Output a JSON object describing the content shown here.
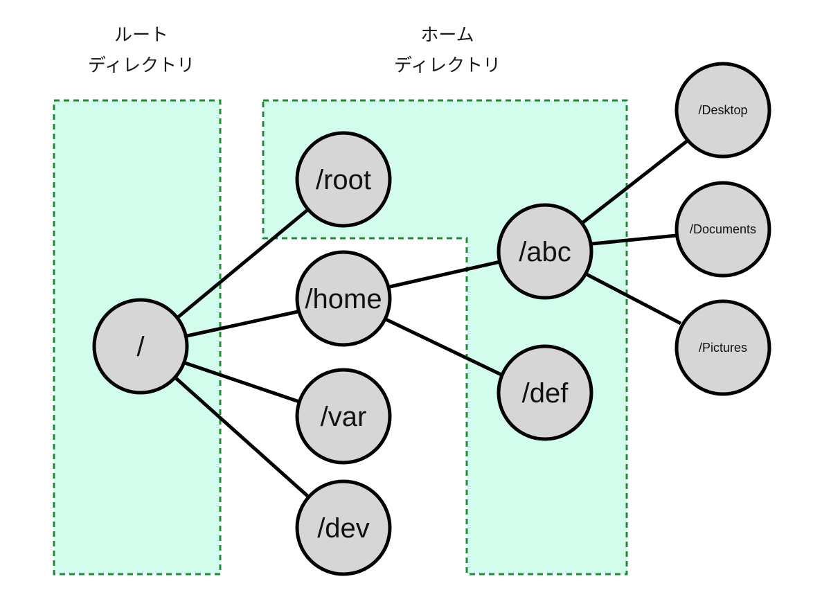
{
  "regions": {
    "root_dir": {
      "title_line1": "ルート",
      "title_line2": "ディレクトリ"
    },
    "home_dir": {
      "title_line1": "ホーム",
      "title_line2": "ディレクトリ"
    }
  },
  "nodes": {
    "root": "/",
    "root_home": "/root",
    "home": "/home",
    "var": "/var",
    "dev": "/dev",
    "abc": "/abc",
    "def": "/def",
    "desktop": "/Desktop",
    "documents": "/Documents",
    "pictures": "/Pictures"
  },
  "colors": {
    "region_fill": "#d2fdec",
    "region_border": "#1f8a3a",
    "node_fill": "#d6d6d6",
    "edge": "#000000"
  }
}
